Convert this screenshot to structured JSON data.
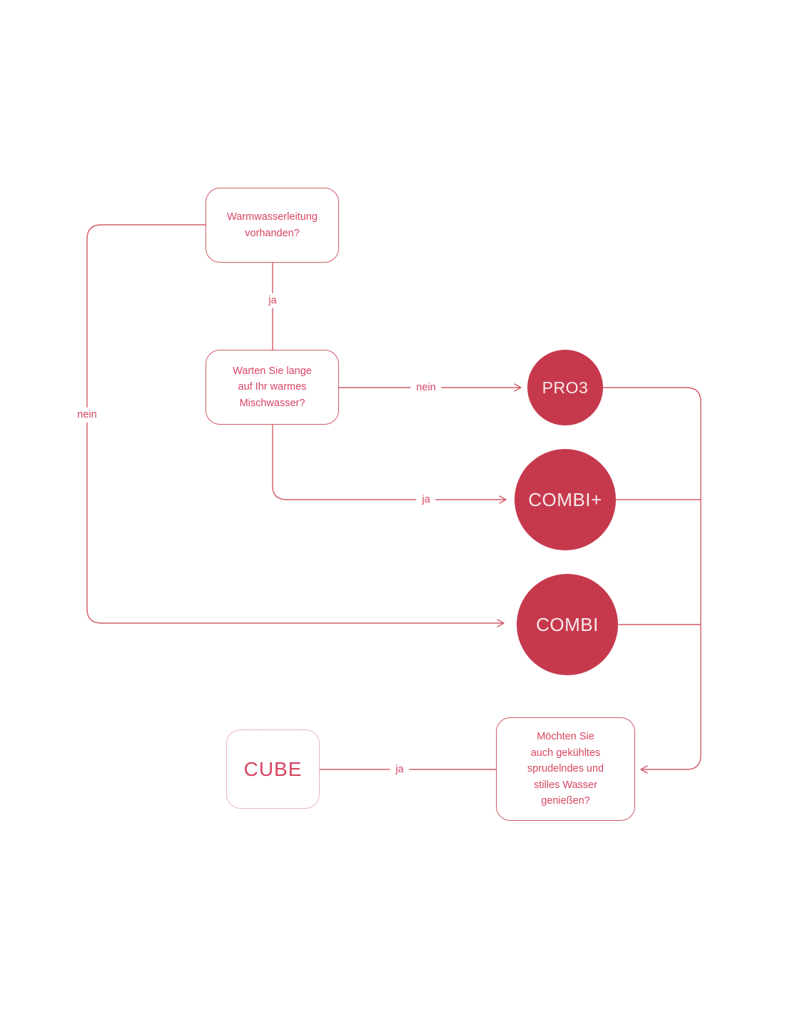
{
  "meta": {
    "background": "#ffffff"
  },
  "palette": {
    "line": "#d25a68",
    "node_border": "#d25a68",
    "node_text": "#d84562",
    "circle_fill": "#c6394d",
    "circle_text": "#f7e9ea"
  },
  "flowchart": {
    "nodes": {
      "q1": {
        "lines": [
          "Warmwasserleitung",
          "vorhanden?"
        ]
      },
      "q2": {
        "lines": [
          "Warten Sie lange",
          "auf Ihr warmes",
          "Mischwasser?"
        ]
      },
      "q3": {
        "lines": [
          "Möchten Sie",
          "auch gekühltes",
          "sprudelndes und",
          "stilles Wasser",
          "genießen?"
        ]
      },
      "pro3": {
        "label": "PRO3"
      },
      "combiplus": {
        "label": "COMBI+"
      },
      "combi": {
        "label": "COMBI"
      },
      "cube": {
        "label": "CUBE"
      }
    },
    "edge_labels": {
      "q1_to_q2": "ja",
      "q2_to_pro3": "nein",
      "q2_to_combiplus": "ja",
      "q1_to_combi": "nein",
      "q3_to_cube": "ja"
    }
  }
}
